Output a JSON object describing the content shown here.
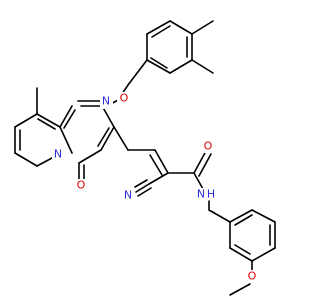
{
  "molecule": {
    "atom_labels": {
      "pyrimidine_n_top": "N",
      "pyrido_n_bridge": "N",
      "ether_o": "O",
      "keto_o": "O",
      "nitrile_n": "N",
      "amide_o": "O",
      "amide_nh": "N",
      "amide_h": "H",
      "methoxy_o": "O"
    },
    "colors": {
      "carbon_bond": "#000000",
      "nitrogen": "#2d2dd6",
      "oxygen": "#e00000"
    }
  }
}
